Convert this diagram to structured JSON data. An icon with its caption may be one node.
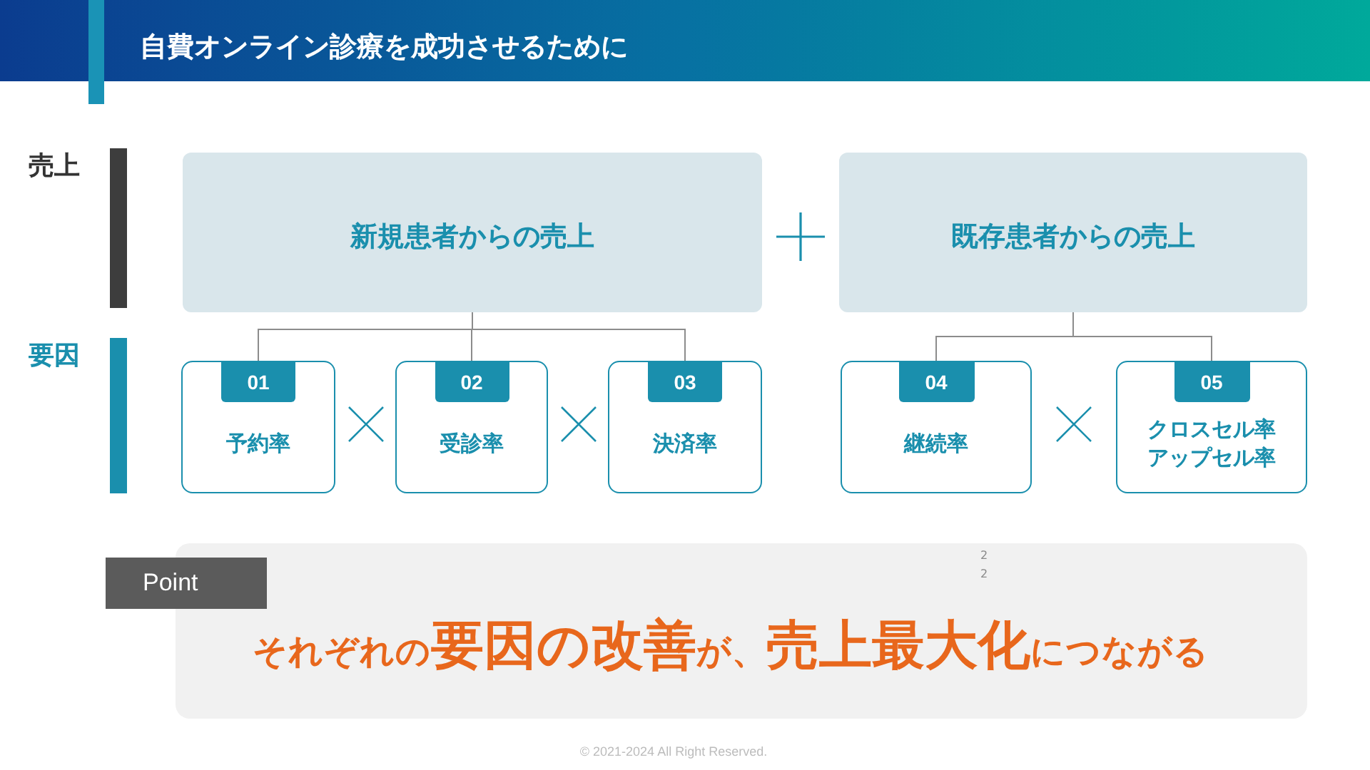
{
  "diagram": {
    "title": "自費オンライン診療を成功させるために",
    "nodes": [
      {
        "text": [
          "新規患者からの売上"
        ]
      },
      {
        "text": [
          "既存患者からの売上"
        ]
      },
      {
        "text": [
          "予約率"
        ]
      },
      {
        "text": [
          "01"
        ],
        "in": 2
      },
      {
        "text": [
          "受診率"
        ]
      },
      {
        "text": [
          "02"
        ],
        "in": 4
      },
      {
        "text": [
          "決済率"
        ]
      },
      {
        "text": [
          "03"
        ],
        "in": 6
      },
      {
        "text": [
          "継続率"
        ]
      },
      {
        "text": [
          "04"
        ],
        "in": 8
      },
      {
        "text": [
          "クロスセル率アップセル率"
        ]
      },
      {
        "text": [
          "05"
        ],
        "in": 10
      },
      {
        "text": [
          "Point"
        ]
      },
      {
        "text": [
          "それぞれの**要因の改善**が、**売上最大化**につながる"
        ]
      }
    ],
    "edges": [
      {
        "from": 0,
        "to": 2,
        "arrow": "none"
      },
      {
        "from": 0,
        "to": 4,
        "arrow": "none"
      },
      {
        "from": 0,
        "to": 6,
        "arrow": "none"
      },
      {
        "from": 1,
        "to": 8,
        "arrow": "none"
      },
      {
        "from": 1,
        "to": 10,
        "arrow": "none"
      }
    ],
    "labels": [
      "売上",
      "要因",
      "2",
      "2",
      "© 2021-2024 All Right Reserved."
    ]
  }
}
